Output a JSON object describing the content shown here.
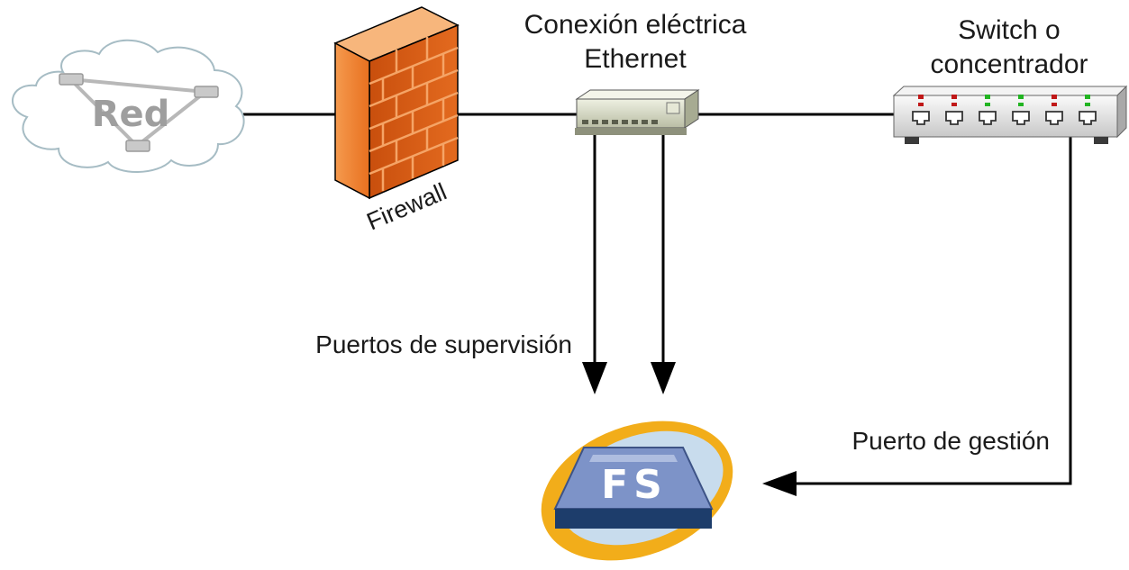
{
  "cloud": {
    "label": "Red"
  },
  "firewall": {
    "label": "Firewall"
  },
  "tap": {
    "label_line1": "Conexión eléctrica",
    "label_line2": "Ethernet"
  },
  "switch": {
    "label_line1": "Switch o",
    "label_line2": "concentrador",
    "port_led_colors": [
      "#c01818",
      "#c01818",
      "#22b422",
      "#22b422",
      "#c01818",
      "#22b422"
    ]
  },
  "monitor_ports": {
    "label": "Puertos de supervisión"
  },
  "mgmt_port": {
    "label": "Puerto de gestión"
  },
  "appliance": {
    "label": "FS"
  },
  "colors": {
    "firewall_orange": "#f07a2a",
    "appliance_blue": "#7d93c8",
    "appliance_dark": "#1d3d6b",
    "ring_yellow": "#f2ad1a",
    "cloud_outline": "#a6bcc4"
  }
}
